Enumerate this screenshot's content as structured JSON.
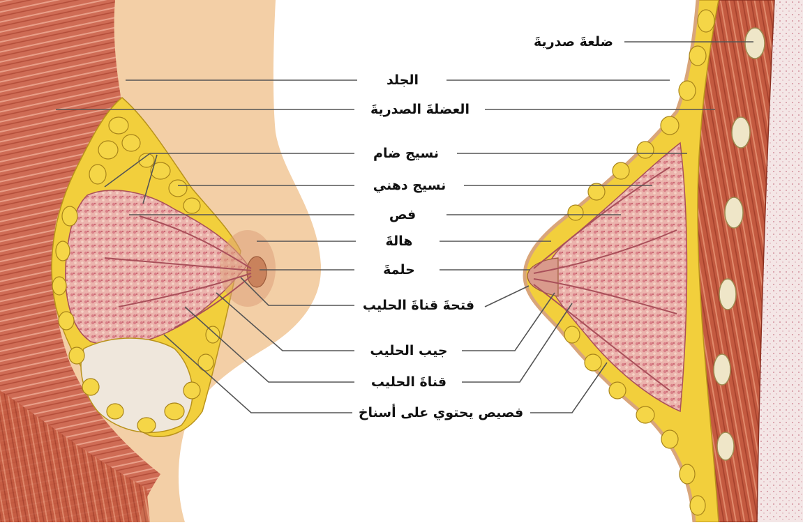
{
  "labels": {
    "rib": "ضلعةَ صدريةَ",
    "skin": "الجلد",
    "pectoral_muscle": "العضلةَ الصدريةَ",
    "connective_tissue": "نسيج ضام",
    "fatty_tissue": "نسيج دهني",
    "lobe": "فص",
    "areola": "هالةَ",
    "nipple": "حلمةَ",
    "duct_opening": "فتحةَ قناةَ الحليب",
    "milk_sinus": "جيب الحليب",
    "milk_duct": "قناةَ الحليب",
    "lobule": "فصيص يحتوي على أسناخ"
  },
  "colors": {
    "skin": "#f3cfa6",
    "skin_shadow": "#e8b988",
    "muscle": "#c8614a",
    "muscle_dark": "#a8432f",
    "fat": "#f2cf3c",
    "fat_edge": "#b9931c",
    "gland": "#e8a0a0",
    "gland_dark": "#c56a74",
    "leader": "#555555",
    "rib": "#efe6c8",
    "chest_wall": "#f3e4e4"
  }
}
